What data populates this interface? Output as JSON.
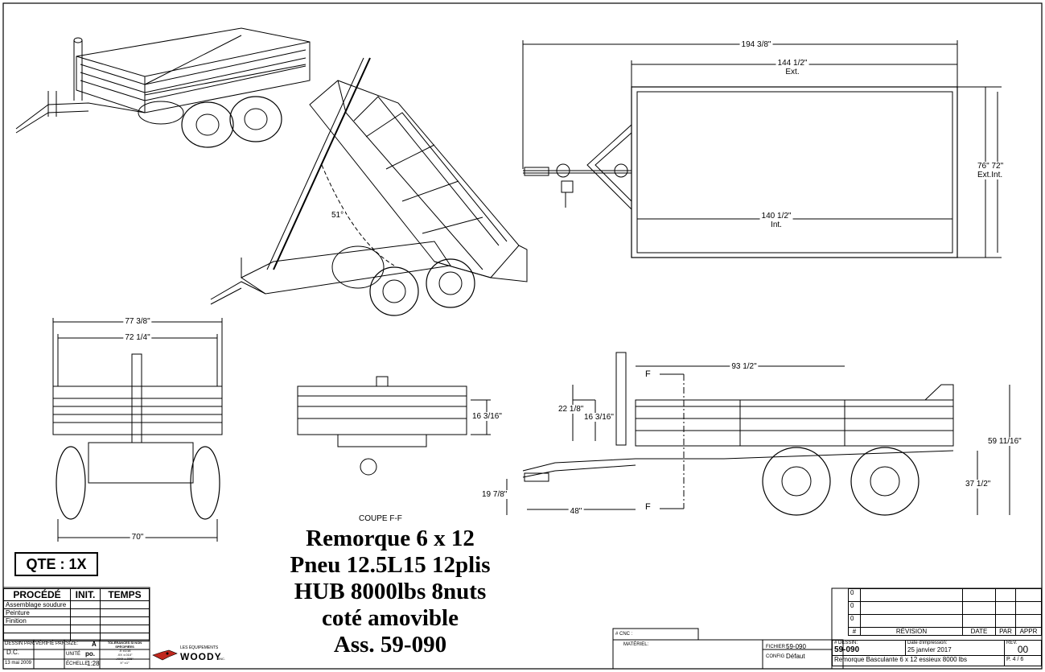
{
  "title_lines": [
    "Remorque 6 x 12",
    "Pneu 12.5L15 12plis",
    "HUB 8000lbs 8nuts",
    "coté amovible",
    "Ass. 59-090"
  ],
  "qte": "QTE : 1X",
  "coupe": "COUPE F-F",
  "section_mark": "F",
  "angle": "51°",
  "dimensions": {
    "top_overall": "194 3/8\"",
    "top_ext_len": "144 1/2\"",
    "top_ext_label": "Ext.",
    "top_int_len": "140 1/2\"",
    "top_int_label": "Int.",
    "top_width": "76\" 72\"",
    "top_width_label": "Ext.Int.",
    "front_overall": "77 3/8\"",
    "front_inner": "72 1/4\"",
    "front_track": "70\"",
    "sec_height": "16 3/16\"",
    "side_93": "93 1/2\"",
    "side_22": "22 1/8\"",
    "side_16": "16 3/16\"",
    "side_59": "59 11/16\"",
    "side_37": "37 1/2\"",
    "side_19": "19 7/8\"",
    "side_48": "48\""
  },
  "procede": {
    "headers": [
      "PROCÉDÉ",
      "INIT.",
      "TEMPS"
    ],
    "rows": [
      "Assemblage soudure",
      "Peinture",
      "Finition",
      "",
      ""
    ]
  },
  "titleblock": {
    "dessin_par_label": "DESSIN PAR:",
    "dessin_par": "D.C.",
    "date_small": "13 mai 2009",
    "verifie_label": "VÉRIFIÉ PAR:",
    "size_label": "SIZE:",
    "size": "A",
    "unite_label": "UNITÉ",
    "unite": "po.",
    "echelle_label": "ÉCHELLE",
    "echelle": "1:28",
    "tolerances_title": "TOLÉRANCES SI NON SPÉCIFIÉES",
    "tolerances": [
      ".X  ±1/16",
      ".XX ±.010\"",
      ".XXX ±.005\"",
      "X°  ±1°"
    ],
    "brand_small": "LES ÉQUIPEMENTS",
    "brand": "WOODY",
    "brand_suffix": "INC.",
    "cnc_label": "# CNC :",
    "materiel_label": "MATÉRIEL:",
    "fichier_label": "FICHIER :",
    "fichier": "59-090",
    "config_label": "CONFIG :",
    "config": "Défaut",
    "no_dessin_label": "# DESSIN:",
    "no_dessin": "59-090",
    "date_impression_label": "Date d'impression:",
    "date_impression": "25 janvier 2017",
    "rev_label": "REV.",
    "rev": "00",
    "description": "Remorque Basculante 6 x 12 essieux 8000 lbs",
    "page": "P. 4 / 6",
    "rev_headers": [
      "#",
      "RÉVISION",
      "DATE",
      "PAR",
      "APPR"
    ],
    "rev_rows": [
      "0",
      "0",
      "0"
    ]
  }
}
